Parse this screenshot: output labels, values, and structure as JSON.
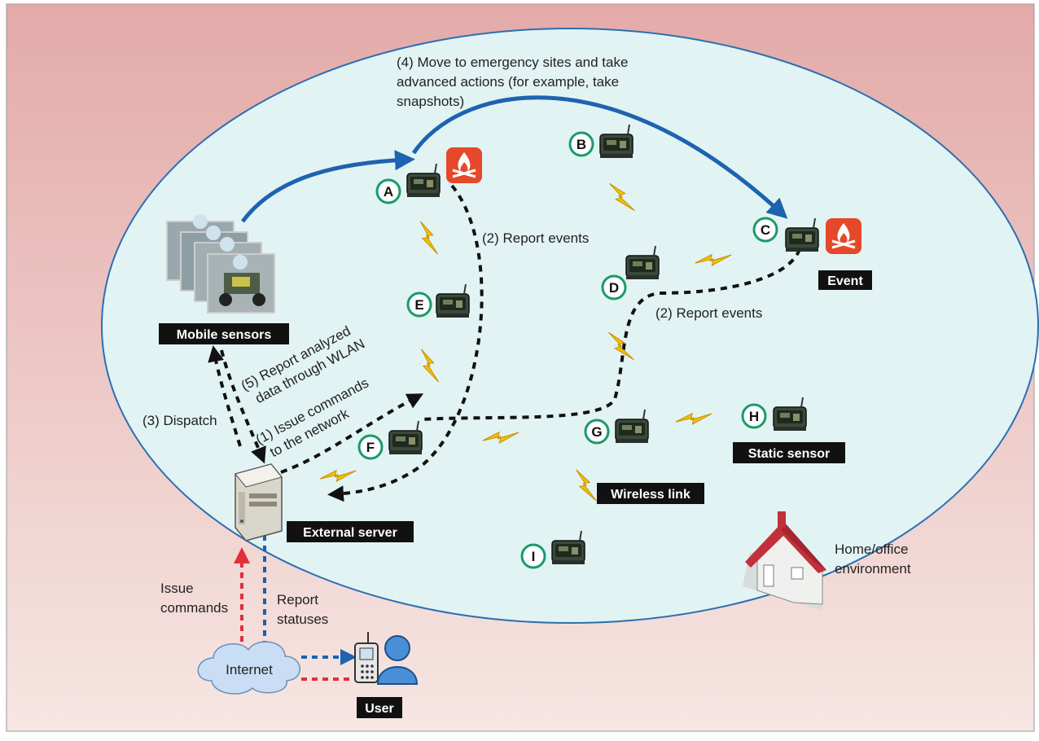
{
  "colors": {
    "background_top": "#e3aaa8",
    "background_bottom": "#f6e6e3",
    "region_fill": "#e2f3f4",
    "region_stroke": "#2b6fb1",
    "blue_arrow": "#1d63b0",
    "red_arrow": "#e0303a",
    "blue_dotted": "#1f5fb0",
    "lightning": "#f2c200",
    "fire_badge": "#e6482a",
    "node_ring": "#1a9a6c",
    "tag_bg": "#111111",
    "cloud_fill": "#c9def4"
  },
  "icons": {
    "sensor": "sensor-mote-icon",
    "fire": "fire-icon",
    "server": "server-icon",
    "house": "house-icon",
    "cloud": "cloud-icon",
    "phone": "phone-icon",
    "user": "user-icon",
    "robot": "robot-icon",
    "wireless": "lightning-icon"
  },
  "nodes": [
    {
      "id": "A"
    },
    {
      "id": "B"
    },
    {
      "id": "C"
    },
    {
      "id": "D"
    },
    {
      "id": "E"
    },
    {
      "id": "F"
    },
    {
      "id": "G"
    },
    {
      "id": "H"
    },
    {
      "id": "I"
    }
  ],
  "tags": {
    "mobile_sensors": "Mobile sensors",
    "external_server": "External server",
    "event": "Event",
    "static_sensor": "Static sensor",
    "wireless_link": "Wireless link",
    "user": "User"
  },
  "labels": {
    "move_line1": "(4) Move to emergency sites and take",
    "move_line2": "advanced actions (for example, take",
    "move_line3": "snapshots)",
    "report_events_a": "(2) Report events",
    "report_events_c": "(2) Report events",
    "report_analyzed_line1": "(5) Report analyzed",
    "report_analyzed_line2": "data through WLAN",
    "issue_cmd_net_line1": "(1) Issue commands",
    "issue_cmd_net_line2": "to the network",
    "dispatch": "(3) Dispatch",
    "issue_commands_line1": "Issue",
    "issue_commands_line2": "commands",
    "report_statuses_line1": "Report",
    "report_statuses_line2": "statuses",
    "internet": "Internet",
    "home_line1": "Home/office",
    "home_line2": "environment"
  }
}
